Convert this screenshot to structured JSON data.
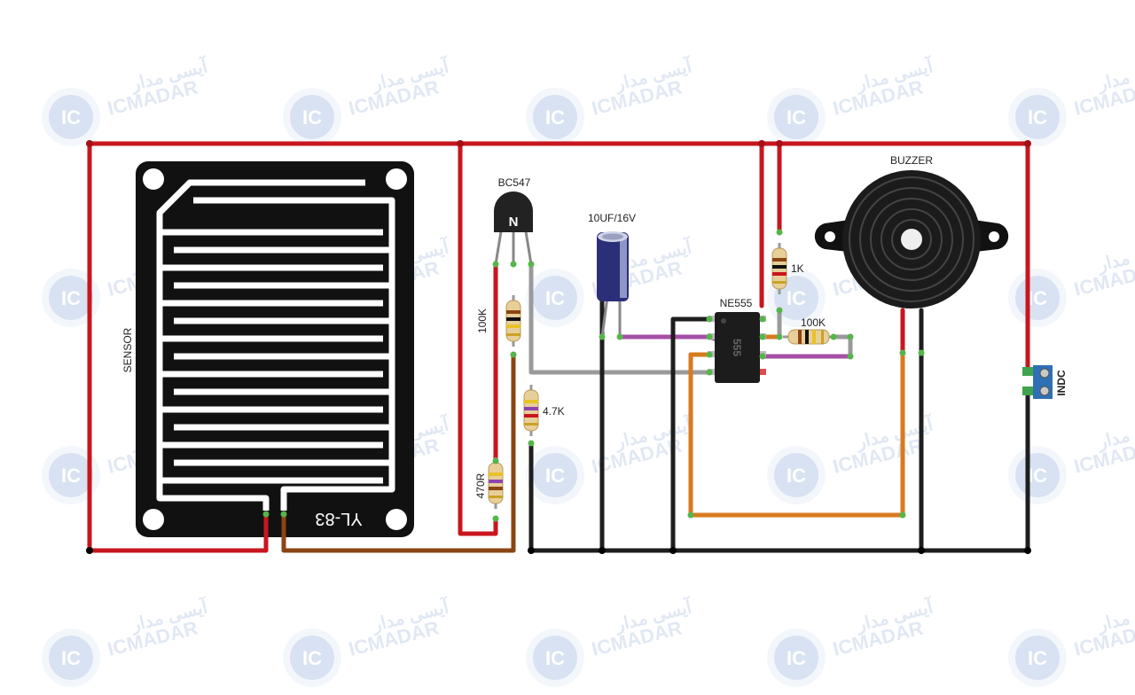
{
  "watermark": {
    "latin": "ICMADAR",
    "arabic": "آیسی مدار",
    "logo": "IC"
  },
  "labels": {
    "sensor": "SENSOR",
    "sensor_model": "YL-83",
    "transistor": "BC547",
    "transistor_pin": "N",
    "capacitor": "10UF/16V",
    "ic": "NE555",
    "ic_marking": "555",
    "buzzer": "BUZZER",
    "power_terminal": "INDC",
    "r_100k_base": "100K",
    "r_470": "470R",
    "r_4k7": "4.7K",
    "r_1k": "1K",
    "r_100k_ic": "100K"
  },
  "colors": {
    "wire_red": "#c8161e",
    "wire_black": "#1e1e1e",
    "wire_brown": "#8b4513",
    "wire_orange": "#d87a1e",
    "wire_purple": "#a64fa6",
    "wire_gray": "#9a9a9a",
    "sensor_board": "#111111",
    "capacitor_body": "#2b2f78",
    "terminal_blue": "#2f6fb3"
  }
}
